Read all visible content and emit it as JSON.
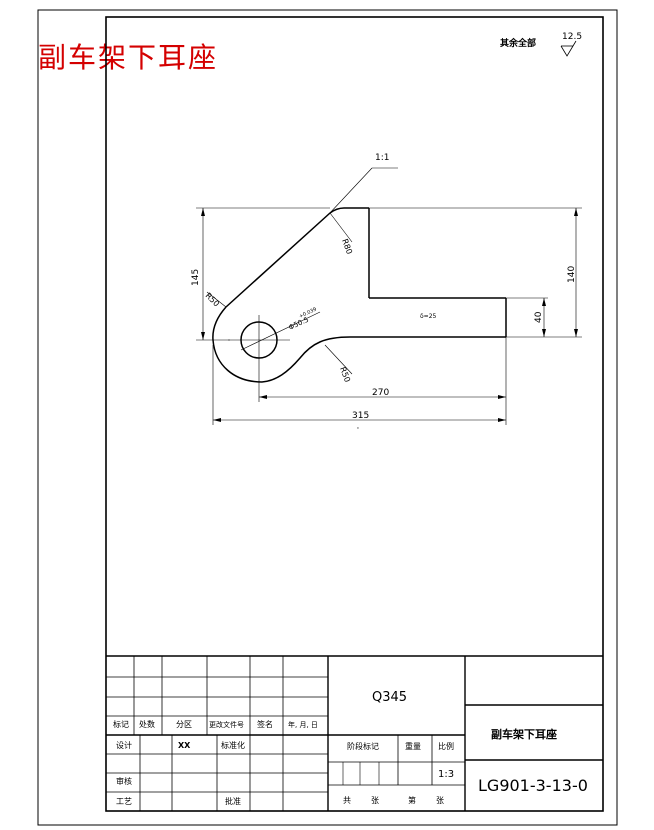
{
  "header": {
    "part_title_red": "副车架下耳座",
    "roughness_note": "其余全部",
    "roughness_value": "12.5"
  },
  "drawing": {
    "scale_callout": "1:1",
    "dims": {
      "r80": "R80",
      "r50_top": "R50",
      "r50_bottom": "R50",
      "h145": "145",
      "h140": "140",
      "h40": "40",
      "w270": "270",
      "w315": "315",
      "hole_dia": "Φ50.5",
      "hole_tol": "+0.039",
      "thickness": "δ=25"
    }
  },
  "title_block": {
    "left_headers": [
      "标记",
      "处数",
      "分区",
      "更改文件号",
      "签名",
      "年, 月, 日"
    ],
    "row_design": "设计",
    "designer": "XX",
    "row_std": "标准化",
    "row_check": "审核",
    "row_process": "工艺",
    "row_approve": "批准",
    "material": "Q345",
    "stage_mark": "阶段标记",
    "weight": "重量",
    "scale_label": "比例",
    "scale": "1:3",
    "sheet_total_a": "共",
    "sheet_total_b": "张",
    "sheet_no_a": "第",
    "sheet_no_b": "张",
    "part_name": "副车架下耳座",
    "drawing_no": "LG901-3-13-0"
  }
}
